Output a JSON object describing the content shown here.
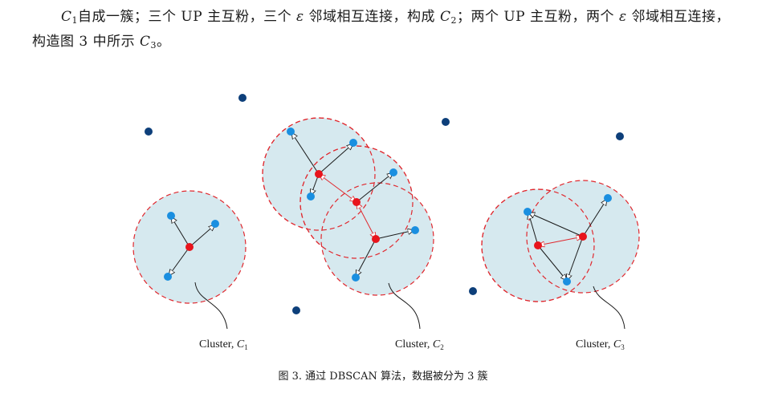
{
  "paragraph": {
    "c1": "C",
    "c1_sub": "1",
    "part1": "自成一簇；三个 UP 主互粉，三个 ",
    "eps1": "ε",
    "part2": " 邻域相互连接，构成 ",
    "c2": "C",
    "c2_sub": "2",
    "part3": "；两个 UP 主互粉，两个 ",
    "eps2": "ε",
    "part4": " 邻域相互连接，构造图 3 中所示 ",
    "c3": "C",
    "c3_sub": "3",
    "part5": "。"
  },
  "figure": {
    "labels": {
      "c1_prefix": "Cluster, ",
      "c1_var": "C",
      "c1_sub": "1",
      "c2_prefix": "Cluster, ",
      "c2_var": "C",
      "c2_sub": "2",
      "c3_prefix": "Cluster, ",
      "c3_var": "C",
      "c3_sub": "3"
    },
    "colors": {
      "core": "#e8141c",
      "border": "#1a8fe0",
      "noise": "#0d3f7a",
      "circle_fill": "#d6e9ef",
      "circle_stroke": "#e0282e"
    }
  },
  "caption": "图 3. 通过 DBSCAN 算法，数据被分为 3 簇"
}
